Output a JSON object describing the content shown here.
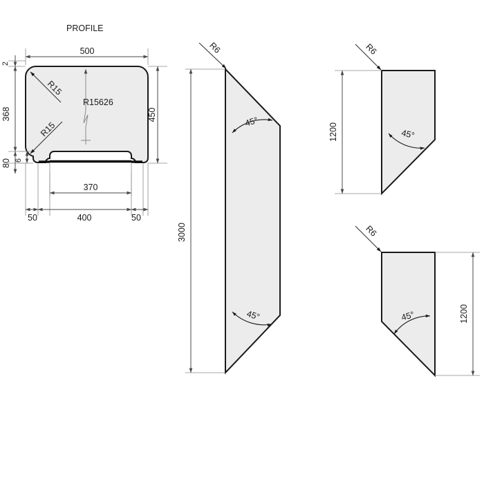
{
  "drawing": {
    "title": "PROFILE",
    "background_color": "#ffffff",
    "part_fill_color": "#ececec",
    "outline_color": "#1a1a1a",
    "dimension_color": "#4a4a4a"
  },
  "profile_view": {
    "label": "PROFILE",
    "dimensions": {
      "top_width": "500",
      "right_height": "450",
      "left_top_offset": "2",
      "left_main_height": "368",
      "left_lower_height": "80",
      "left_lip_height": "6",
      "inner_bottom_width": "370",
      "foot_left": "50",
      "foot_center": "400",
      "foot_right": "50"
    },
    "radii": {
      "top_left": "R15",
      "bottom_left": "R15",
      "center_note": "R15626"
    }
  },
  "elevation_center": {
    "height_dimension": "3000",
    "radius_note": "R6",
    "angle_top": "45°",
    "angle_bottom": "45°"
  },
  "elevation_top_right": {
    "height_dimension": "1200",
    "radius_note": "R6",
    "angle": "45°"
  },
  "elevation_bottom_right": {
    "height_dimension": "1200",
    "radius_note": "R6",
    "angle": "45°"
  }
}
